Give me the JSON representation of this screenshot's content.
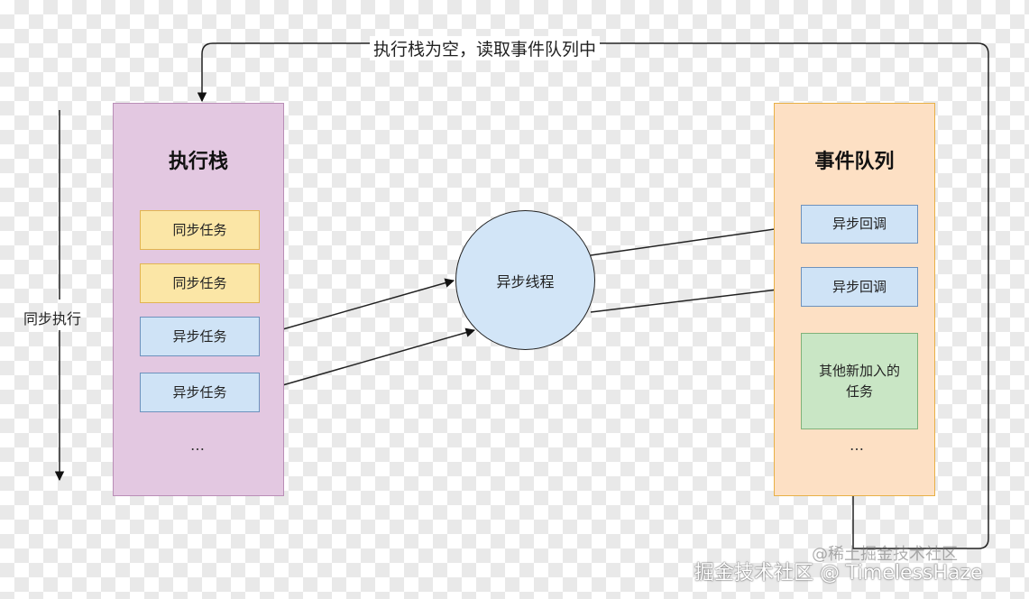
{
  "loop_label": "执行栈为空，读取事件队列中",
  "side_label": "同步执行",
  "execution_stack": {
    "title": "执行栈",
    "items": [
      "同步任务",
      "同步任务",
      "异步任务",
      "异步任务"
    ],
    "ellipsis": "…"
  },
  "async_thread": {
    "label": "异步线程"
  },
  "event_queue": {
    "title": "事件队列",
    "callbacks": [
      "异步回调",
      "异步回调"
    ],
    "other": "其他新加入的任务",
    "ellipsis": "…"
  },
  "watermark": {
    "faint": "@稀土掘金技术社区",
    "main": "掘金技术社区 @ TimelessHaze"
  },
  "colors": {
    "stack_bg": "#e3c8e1",
    "queue_bg": "#fde0c4",
    "sync_task": "#fbe6a6",
    "async_task": "#cfe3f6",
    "other_task": "#c9e6c5",
    "thread_circle": "#d2e5f7"
  }
}
